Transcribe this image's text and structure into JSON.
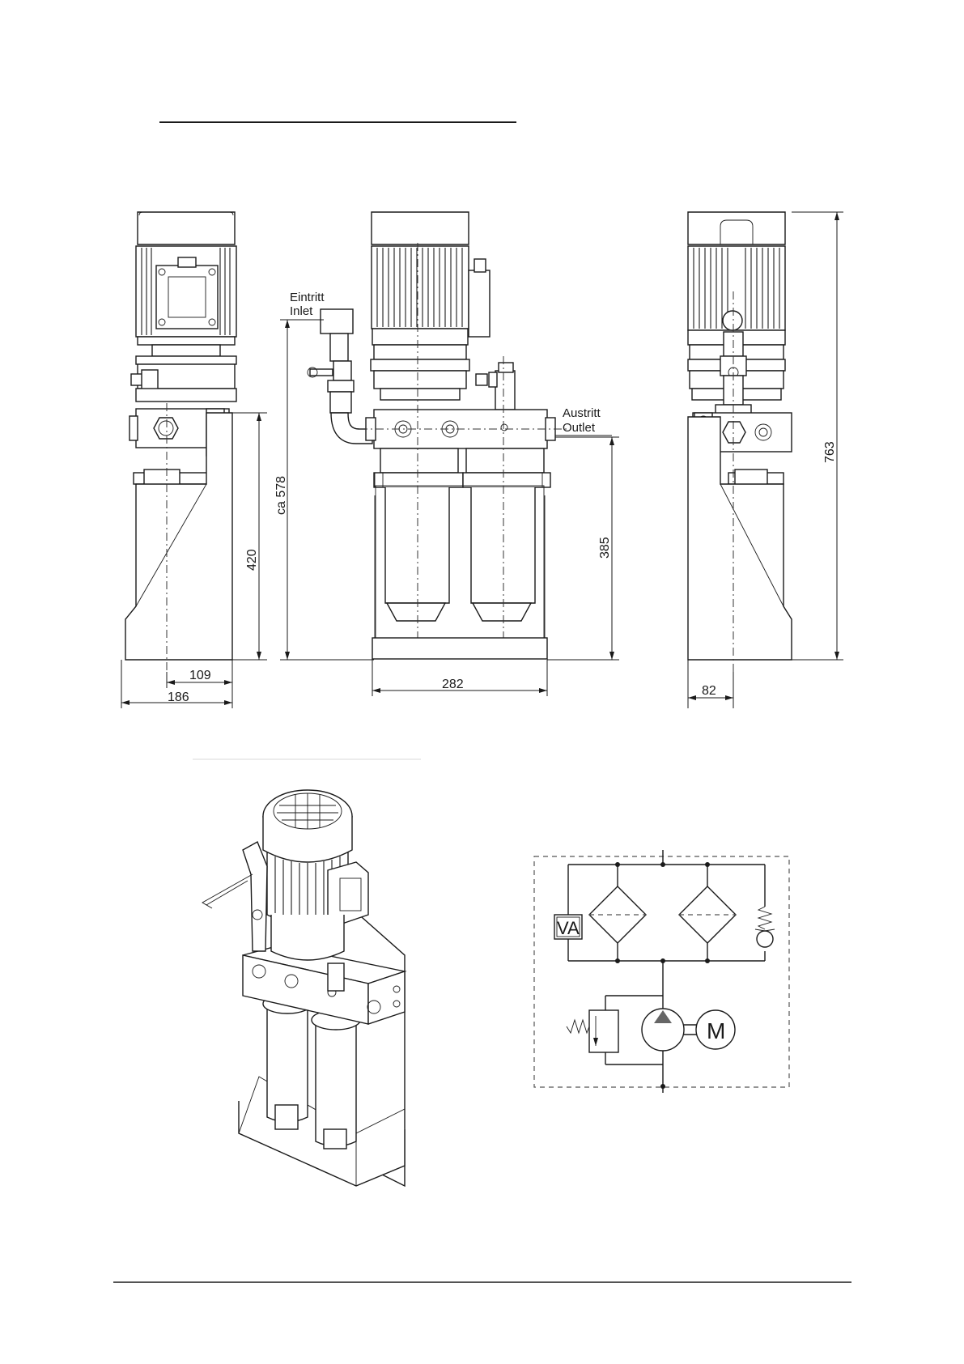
{
  "drawing": {
    "label_inlet_de": "Eintritt",
    "label_inlet_en": "Inlet",
    "label_outlet_de": "Austritt",
    "label_outlet_en": "Outlet",
    "dim_height_inlet": "ca 578",
    "dim_side_height": "420",
    "dim_side_depth_inner": "109",
    "dim_side_depth": "186",
    "dim_front_width": "282",
    "dim_outlet_height": "385",
    "dim_total_height": "763",
    "dim_rear_offset": "82"
  },
  "schematic": {
    "valve_label": "VA",
    "motor_label": "M"
  }
}
